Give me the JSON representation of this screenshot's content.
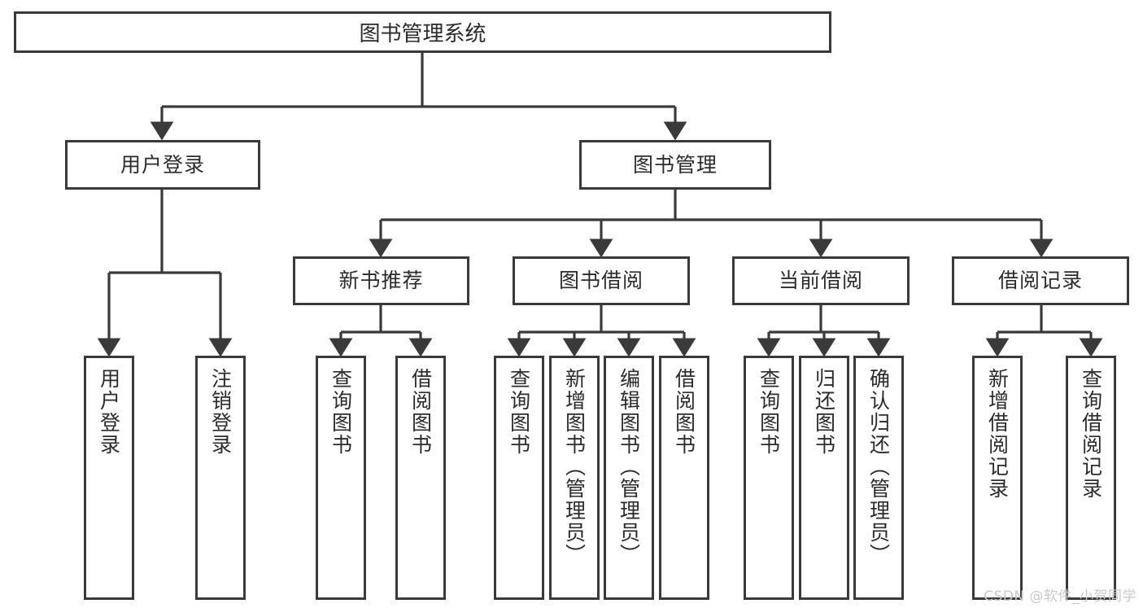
{
  "diagram": {
    "type": "tree-hierarchy",
    "title": "图书管理系统",
    "watermark": "CSDN @软件_小贺同学",
    "colors": {
      "stroke": "#3a3a3a",
      "fill": "#ffffff",
      "text": "#2b2b2b",
      "watermark": "#c9c9c9"
    },
    "nodes": {
      "root": {
        "label": "图书管理系统",
        "level": 0
      },
      "level1": [
        {
          "id": "user-login",
          "label": "用户登录"
        },
        {
          "id": "book-manage",
          "label": "图书管理"
        }
      ],
      "level2": [
        {
          "id": "new-book-recommend",
          "label": "新书推荐",
          "parent": "book-manage"
        },
        {
          "id": "book-borrow",
          "label": "图书借阅",
          "parent": "book-manage"
        },
        {
          "id": "current-borrow",
          "label": "当前借阅",
          "parent": "book-manage"
        },
        {
          "id": "borrow-record",
          "label": "借阅记录",
          "parent": "book-manage"
        }
      ],
      "leaves": {
        "user-login": [
          {
            "id": "leaf-user-login",
            "label": "用户登录"
          },
          {
            "id": "leaf-logout",
            "label": "注销登录"
          }
        ],
        "new-book-recommend": [
          {
            "id": "leaf-query-book-1",
            "label": "查询图书"
          },
          {
            "id": "leaf-borrow-book-1",
            "label": "借阅图书"
          }
        ],
        "book-borrow": [
          {
            "id": "leaf-query-book-2",
            "label": "查询图书"
          },
          {
            "id": "leaf-add-book",
            "label": "新增图书（管理员）"
          },
          {
            "id": "leaf-edit-book",
            "label": "编辑图书（管理员）"
          },
          {
            "id": "leaf-borrow-book-2",
            "label": "借阅图书"
          }
        ],
        "current-borrow": [
          {
            "id": "leaf-query-book-3",
            "label": "查询图书"
          },
          {
            "id": "leaf-return-book",
            "label": "归还图书"
          },
          {
            "id": "leaf-confirm-return",
            "label": "确认归还（管理员）"
          }
        ],
        "borrow-record": [
          {
            "id": "leaf-add-record",
            "label": "新增借阅记录"
          },
          {
            "id": "leaf-query-record",
            "label": "查询借阅记录"
          }
        ]
      }
    }
  }
}
